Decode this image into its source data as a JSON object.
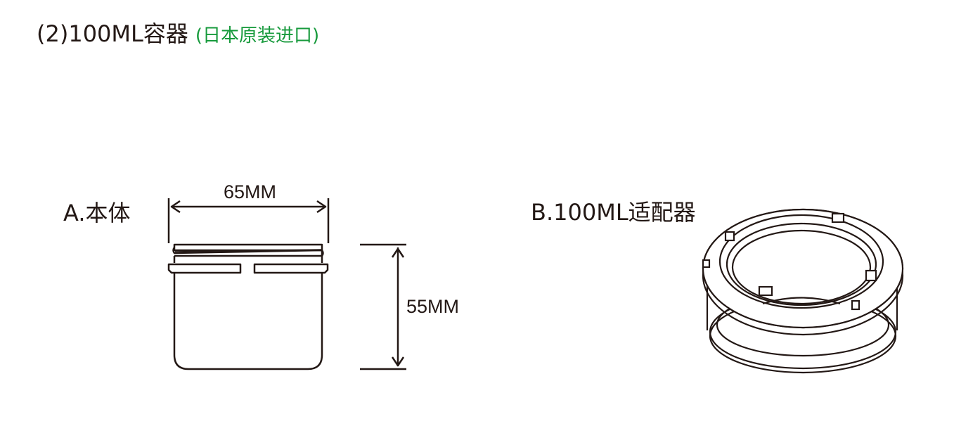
{
  "header": {
    "title": "(2)100ML容器",
    "subtitle": "(日本原装进口)"
  },
  "colors": {
    "text": "#231815",
    "accent_green": "#179a3c"
  },
  "part_a": {
    "label": "A.本体",
    "width_dimension": "65MM",
    "height_dimension": "55MM"
  },
  "part_b": {
    "label": "B.100ML适配器"
  }
}
